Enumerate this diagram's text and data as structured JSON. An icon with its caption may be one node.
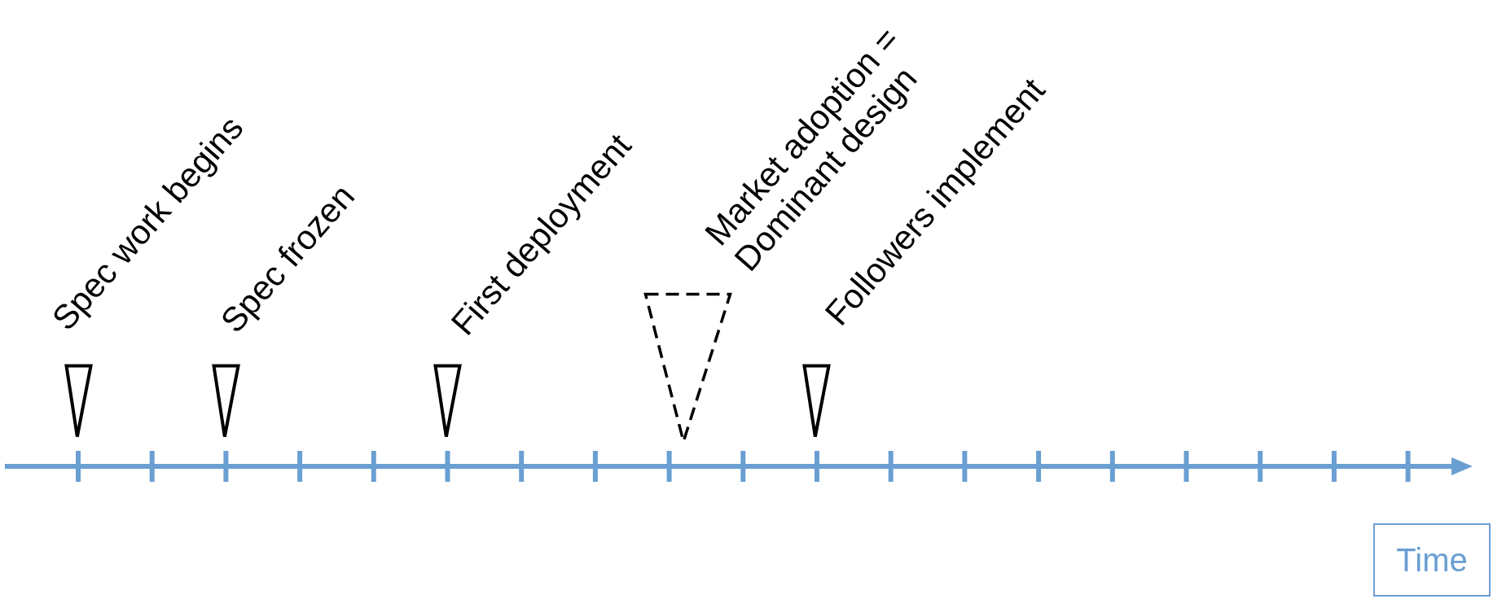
{
  "diagram": {
    "nodes": [
      {
        "text": [],
        "shape": "triangle",
        "beside": [
          "Spec work begins"
        ]
      },
      {
        "text": [],
        "shape": "triangle",
        "beside": [
          "Spec frozen"
        ]
      },
      {
        "text": [],
        "shape": "triangle",
        "beside": [
          "First deployment"
        ]
      },
      {
        "text": [],
        "shape": "triangle",
        "beside": [
          "Market adoption = Dominant design"
        ]
      },
      {
        "text": [],
        "shape": "triangle",
        "beside": [
          "Followers implement"
        ]
      },
      {
        "text": [
          "Time"
        ]
      }
    ]
  }
}
